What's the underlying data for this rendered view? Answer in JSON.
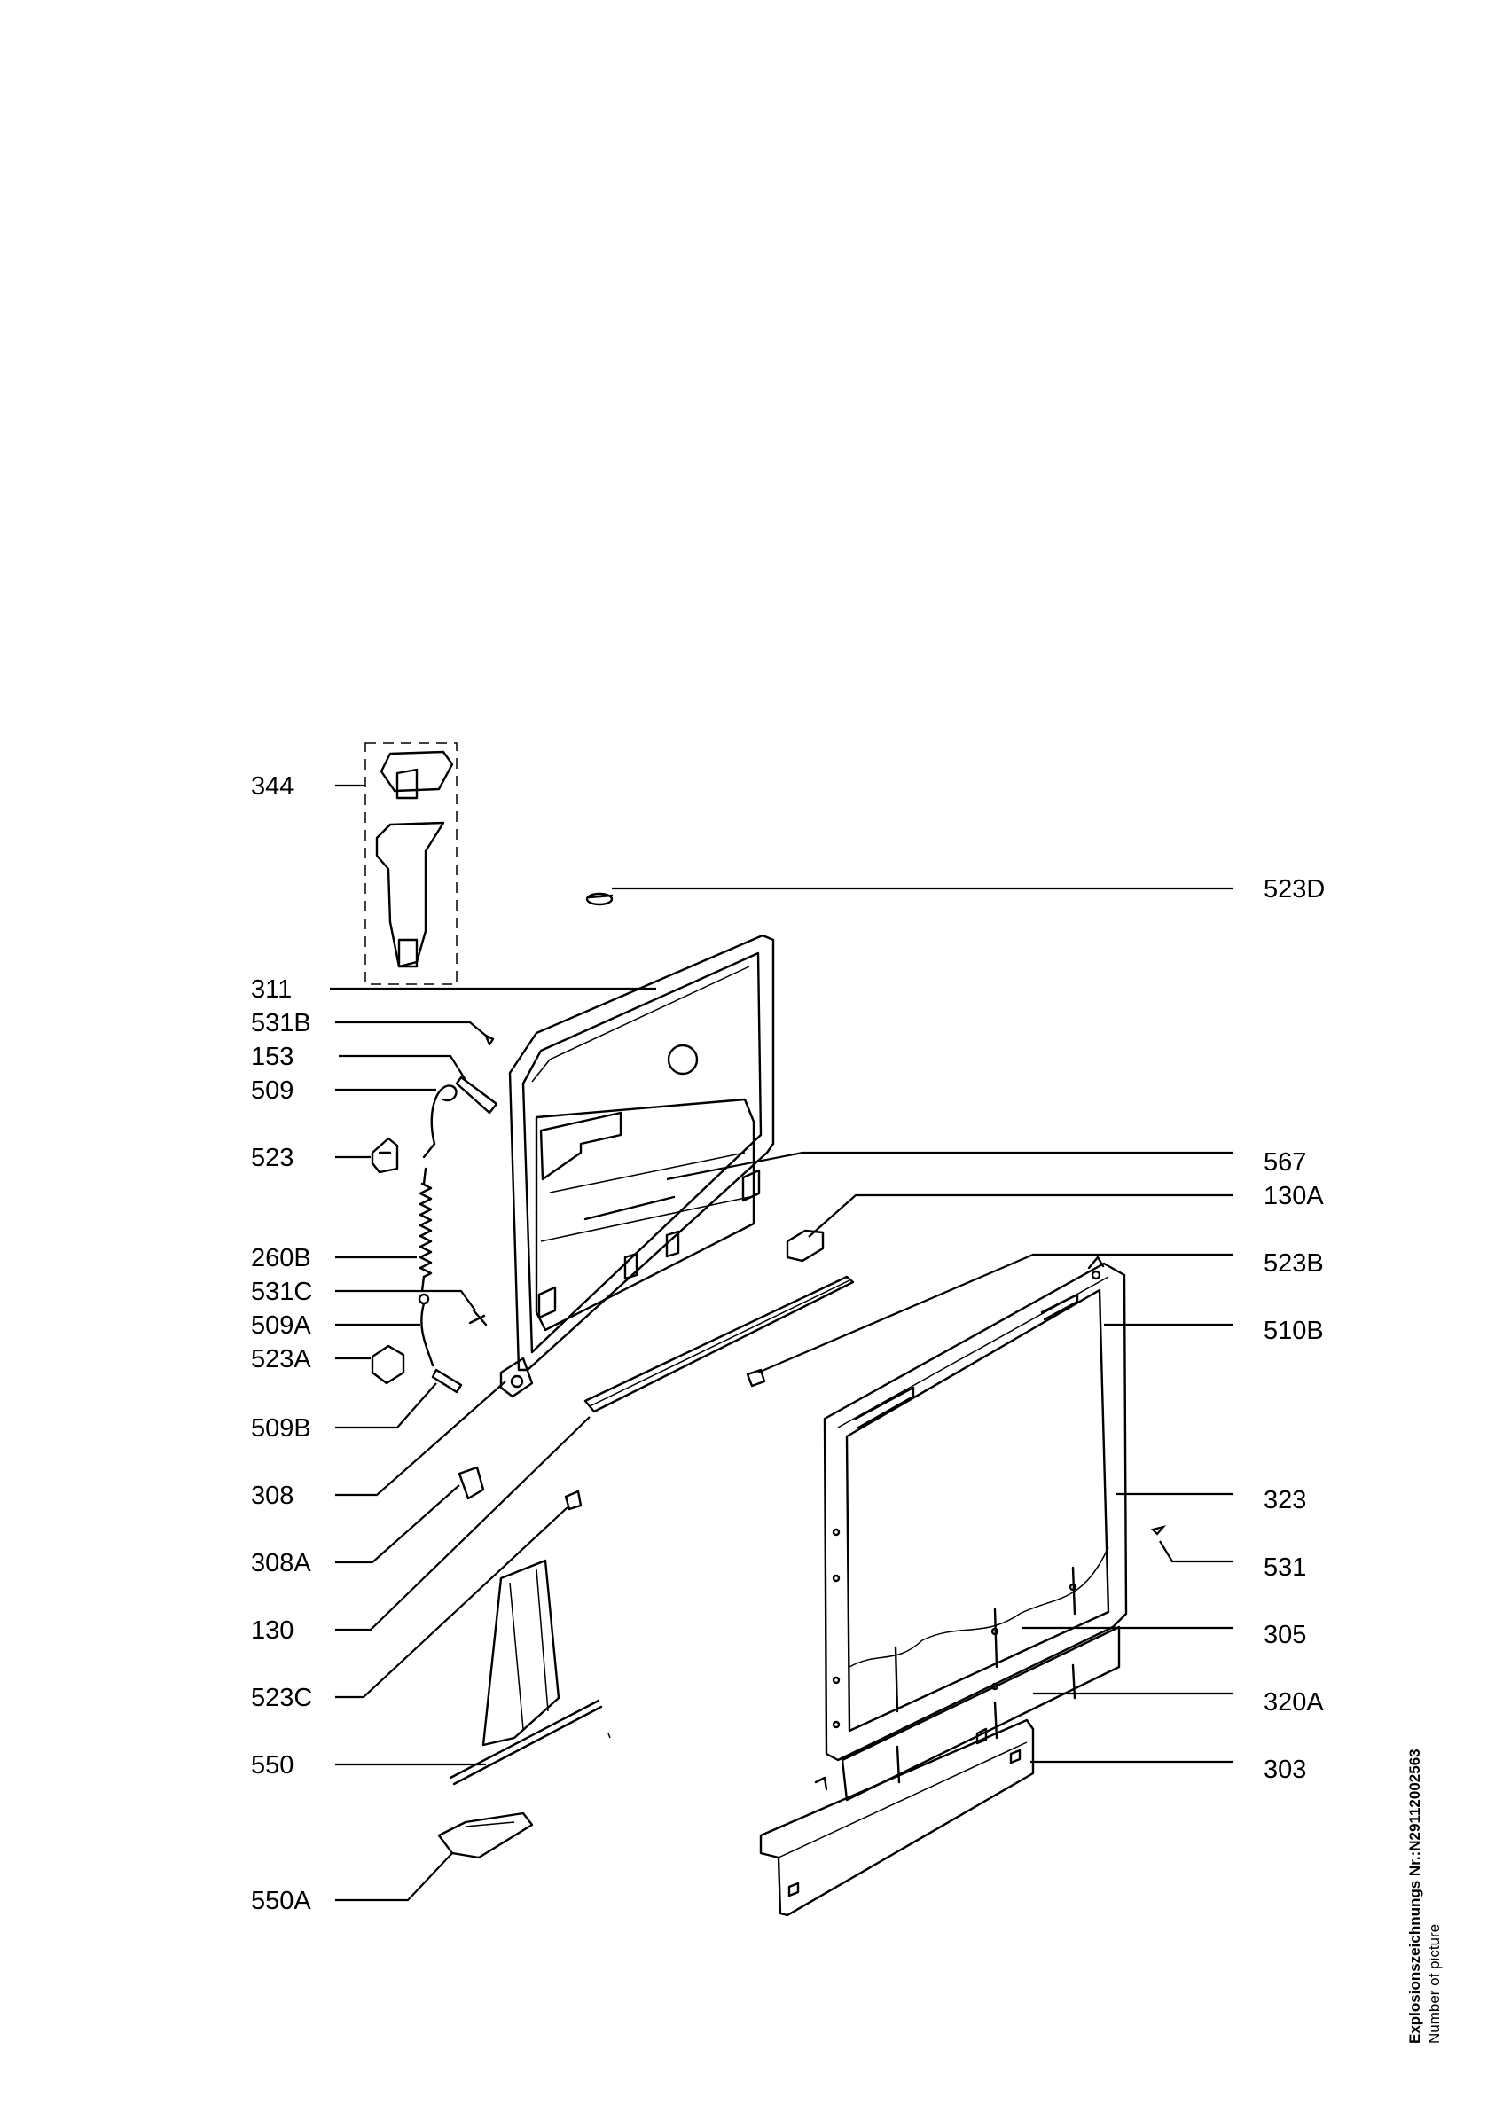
{
  "labels_left": [
    "344",
    "311",
    "531B",
    "153",
    "509",
    "523",
    "260B",
    "531C",
    "509A",
    "523A",
    "509B",
    "308",
    "308A",
    "130",
    "523C",
    "550",
    "550A"
  ],
  "labels_right": [
    "523D",
    "567",
    "130A",
    "523B",
    "510B",
    "323",
    "531",
    "305",
    "320A",
    "303"
  ],
  "side_note": {
    "line1_label": "Explosionszeichnungs Nr.:",
    "line1_value": "N29112002563",
    "line2": "Number of picture"
  }
}
